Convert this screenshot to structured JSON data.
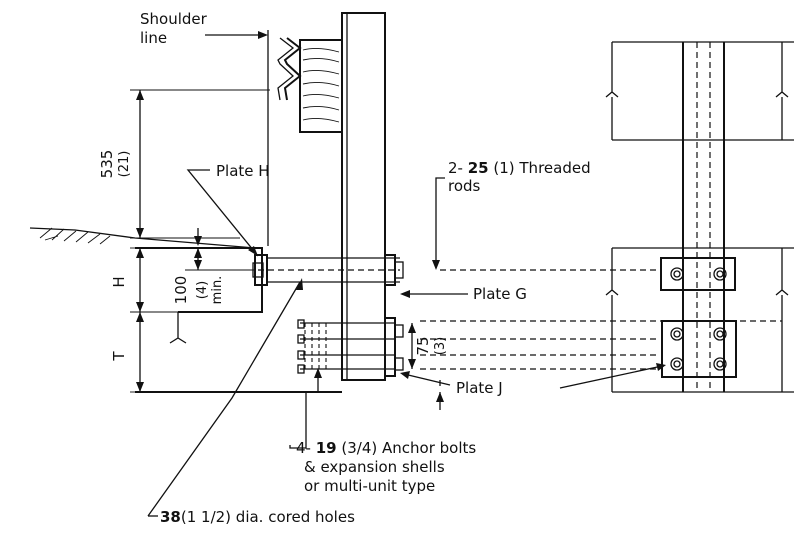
{
  "labels": {
    "shoulder_line_1": "Shoulder",
    "shoulder_line_2": "line",
    "dim_535": "535",
    "dim_535_in": "(21)",
    "plate_h": "Plate H",
    "threaded_rods_qty": "2- ",
    "threaded_rods_size": "25",
    "threaded_rods_rest": " (1)  Threaded",
    "threaded_rods_2": "rods",
    "dim_h": "H",
    "dim_100": "100",
    "dim_100_in": "(4)",
    "dim_100_min": "min.",
    "plate_g": "Plate G",
    "dim_75": "75",
    "dim_75_in": "(3)",
    "dim_t": "T",
    "plate_j": "Plate J",
    "anchor_qty": "4- ",
    "anchor_size": "19",
    "anchor_rest": " (3/4)  Anchor bolts",
    "anchor_2": "& expansion shells",
    "anchor_3": "or multi-unit type",
    "cored_size": "38",
    "cored_rest": "(1 1/2) dia. cored holes"
  }
}
